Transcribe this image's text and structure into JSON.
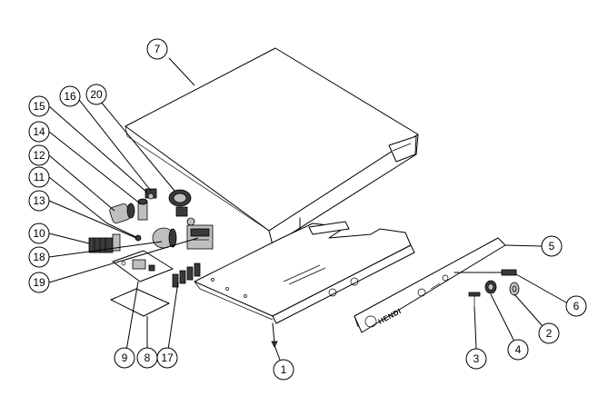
{
  "diagram": {
    "brand_label": "HENDI",
    "callouts": [
      {
        "id": "c1",
        "label": "1"
      },
      {
        "id": "c2",
        "label": "2"
      },
      {
        "id": "c3",
        "label": "3"
      },
      {
        "id": "c4",
        "label": "4"
      },
      {
        "id": "c5",
        "label": "5"
      },
      {
        "id": "c6",
        "label": "6"
      },
      {
        "id": "c7",
        "label": "7"
      },
      {
        "id": "c8",
        "label": "8"
      },
      {
        "id": "c9",
        "label": "9"
      },
      {
        "id": "c10",
        "label": "10"
      },
      {
        "id": "c11",
        "label": "11"
      },
      {
        "id": "c12",
        "label": "12"
      },
      {
        "id": "c13",
        "label": "13"
      },
      {
        "id": "c14",
        "label": "14"
      },
      {
        "id": "c15",
        "label": "15"
      },
      {
        "id": "c16",
        "label": "16"
      },
      {
        "id": "c17",
        "label": "17"
      },
      {
        "id": "c18",
        "label": "18"
      },
      {
        "id": "c19",
        "label": "19"
      },
      {
        "id": "c20",
        "label": "20"
      }
    ]
  }
}
